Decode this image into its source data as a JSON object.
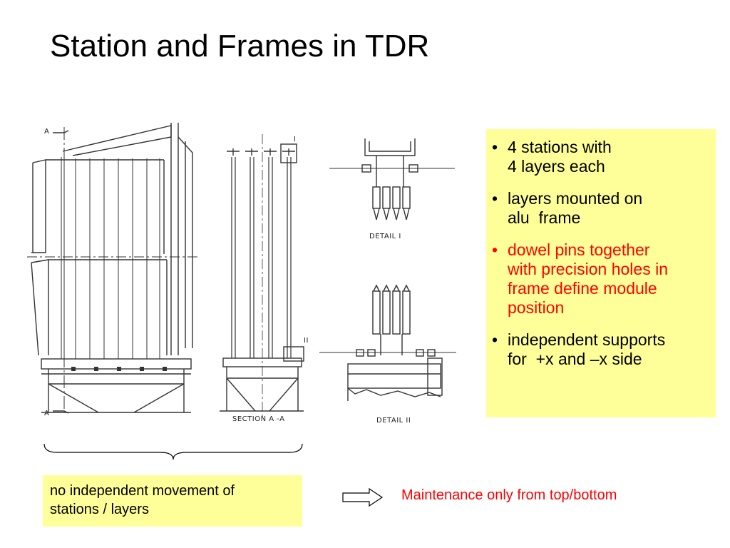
{
  "title": "Station and Frames in TDR",
  "drawing": {
    "section_marker": "A",
    "detail_marker_i": "I",
    "detail_marker_ii": "II",
    "section_label": "SECTION A -A",
    "detail1_label": "DETAIL I",
    "detail2_label": "DETAIL II"
  },
  "bullets": [
    {
      "lines": [
        "4 stations with",
        "4 layers each"
      ],
      "color": "#000000"
    },
    {
      "lines": [
        "layers mounted on",
        "alu  frame"
      ],
      "color": "#000000"
    },
    {
      "lines": [
        "dowel pins together",
        "with precision holes in",
        "frame define module",
        "position"
      ],
      "color": "#ff0000"
    },
    {
      "lines": [
        "independent supports",
        "for  +x and –x side"
      ],
      "color": "#000000"
    }
  ],
  "note": {
    "lines": [
      "no independent movement of",
      "stations / layers"
    ]
  },
  "maintenance": "Maintenance only from top/bottom",
  "colors": {
    "box_fill": "#ffff99",
    "highlight": "#ff0000"
  },
  "icons": {
    "arrow": "hollow-right-arrow"
  }
}
